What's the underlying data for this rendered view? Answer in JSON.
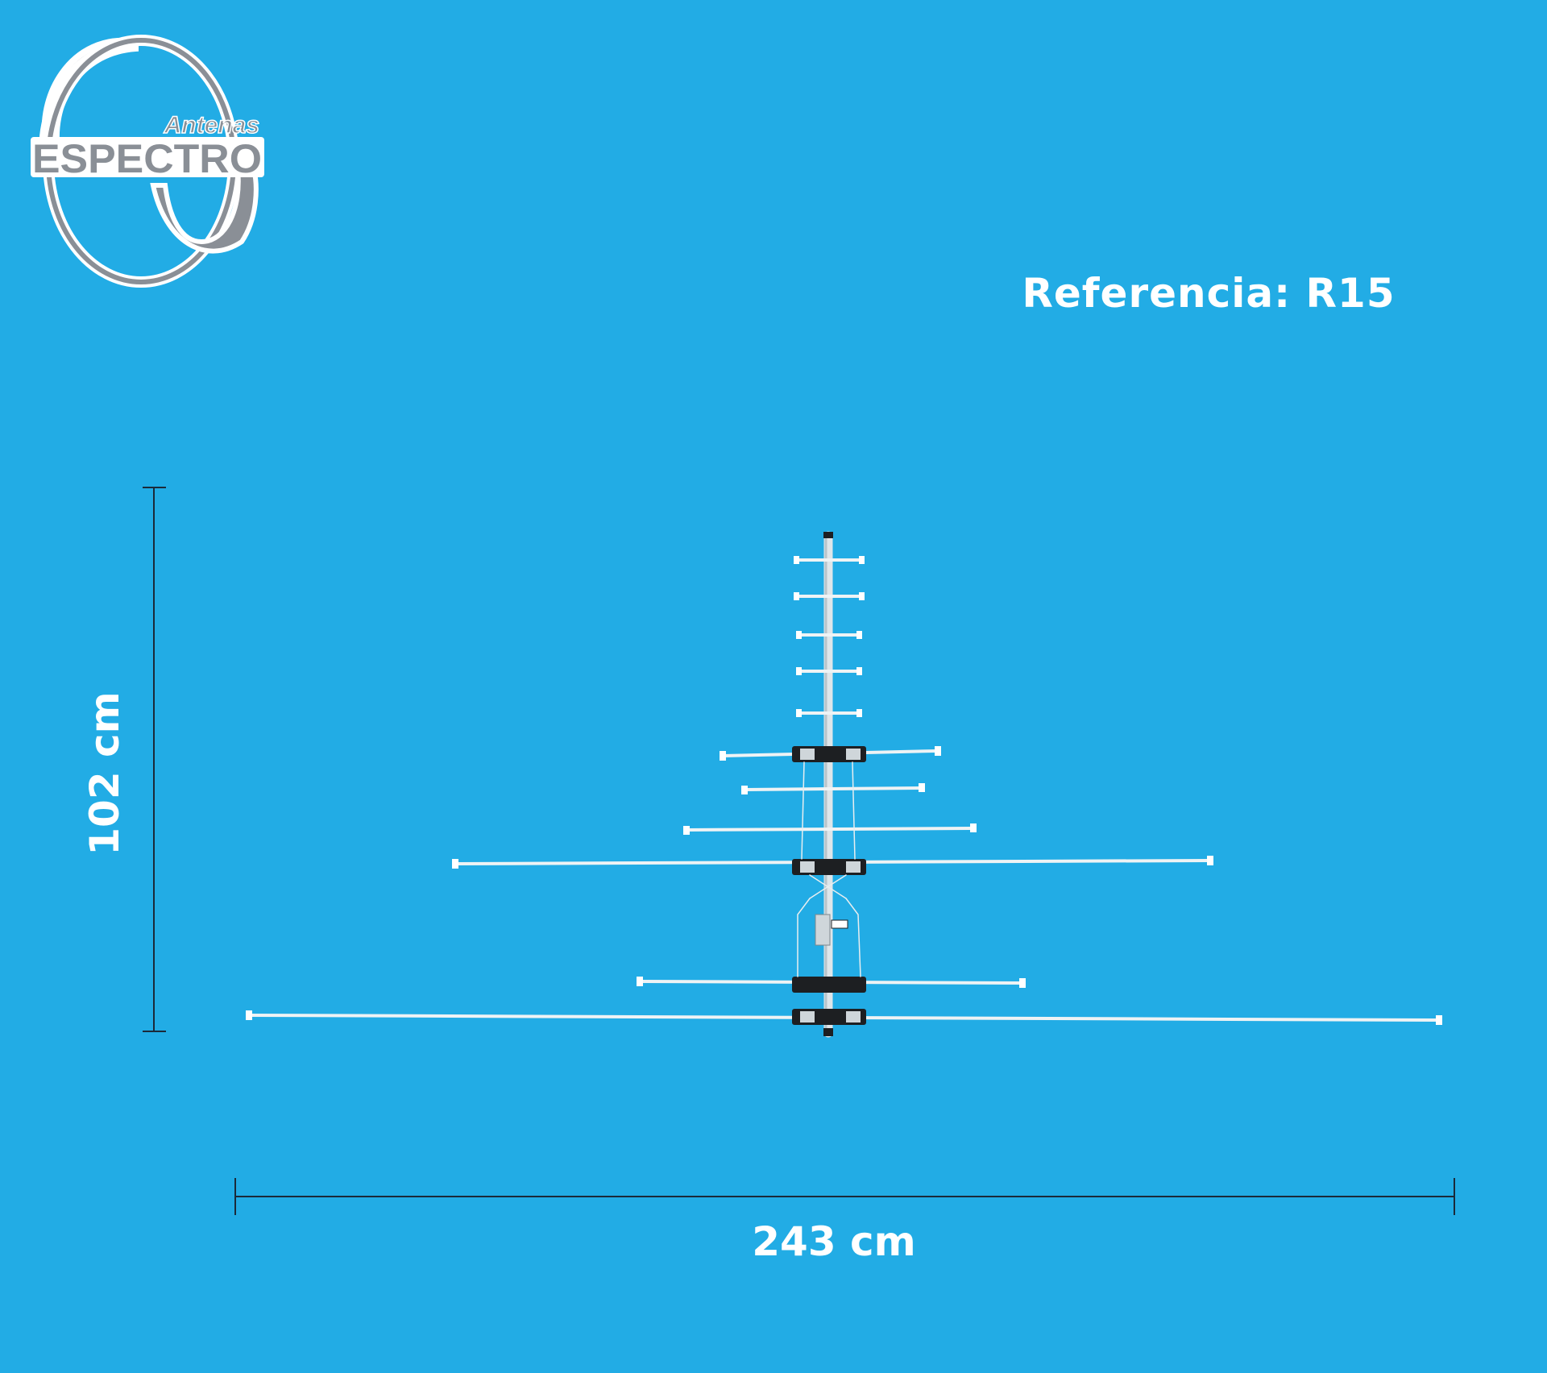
{
  "logo": {
    "line1": "Antenas",
    "line2": "ESPECTRO"
  },
  "reference_label": "Referencia: R15",
  "dimensions": {
    "height_label": "102 cm",
    "width_label": "243 cm"
  },
  "colors": {
    "background": "#22ace5",
    "text": "#ffffff",
    "dimension_line": "#1b2a3a",
    "logo_gray": "#8a8f96",
    "antenna_metal": "#dfe6ea",
    "antenna_clamp": "#1d1f22"
  }
}
